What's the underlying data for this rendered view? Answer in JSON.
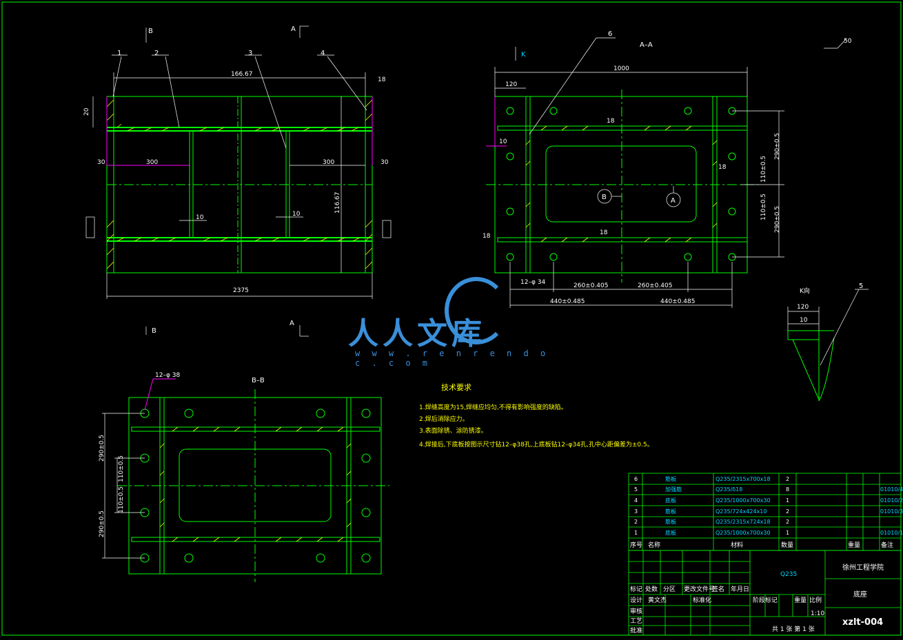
{
  "views": {
    "top_B": "B",
    "top_A": "A",
    "bottom_B": "B",
    "bottom_A": "A",
    "section_AA": "A–A",
    "section_BB": "B–B",
    "view_K": "K",
    "view_K_label": "K向"
  },
  "part_numbers": [
    "1",
    "2",
    "3",
    "4",
    "5",
    "6"
  ],
  "dims_front": {
    "top_width": "166.67",
    "height20": "20",
    "d30l": "30",
    "d300l": "300",
    "d300r": "300",
    "d30r": "30",
    "d10a": "10",
    "d10b": "10",
    "height": "116.67",
    "bottom": "2375",
    "d18": "18"
  },
  "dims_aa": {
    "width": "1000",
    "d120": "120",
    "d10": "10",
    "d18a": "18",
    "d18b": "18",
    "d18c": "18",
    "d18d": "18",
    "r1": "290±0.5",
    "r2": "110±0.5",
    "r3": "110±0.5",
    "r4": "290±0.5",
    "b1": "260±0.405",
    "b2": "260±0.405",
    "b3": "440±0.485",
    "b4": "440±0.485",
    "holes": "12–φ 34",
    "circleB": "B",
    "circleA": "A"
  },
  "dims_bb": {
    "holes": "12–φ 38",
    "l1": "290±0.5",
    "l2": "110±0.5",
    "l3": "110±0.5",
    "l4": "290±0.5"
  },
  "dims_k": {
    "d120": "120",
    "d10": "10"
  },
  "roughness": "50",
  "tech": {
    "title": "技术要求",
    "items": [
      "1.焊缝高度为15,焊缝应均匀,不得有影响强度的缺陷。",
      "2.焊后消除应力。",
      "3.表面除锈、涂防锈漆。",
      "4.焊接后,下底板按图示尺寸钻12–φ38孔,上底板钻12–φ34孔,孔中心距偏差为±0.5。"
    ]
  },
  "bom": [
    {
      "no": "6",
      "name": "筋板",
      "mat": "Q235/2315x700x18",
      "qty": "2",
      "code": ""
    },
    {
      "no": "5",
      "name": "加强筋",
      "mat": "Q235/δ18",
      "qty": "8",
      "code": "01010/4"
    },
    {
      "no": "4",
      "name": "底板",
      "mat": "Q235/1000x700x30",
      "qty": "1",
      "code": "01010/2"
    },
    {
      "no": "3",
      "name": "筋板",
      "mat": "Q235/724x424x10",
      "qty": "2",
      "code": "01010/3"
    },
    {
      "no": "2",
      "name": "筋板",
      "mat": "Q235/2315x724x18",
      "qty": "2",
      "code": ""
    },
    {
      "no": "1",
      "name": "底板",
      "mat": "Q235/1000x700x30",
      "qty": "1",
      "code": "01010/1"
    }
  ],
  "bom_header": {
    "no": "序号",
    "name": "名称",
    "mat": "材料",
    "qty": "数量",
    "weight": "重量",
    "note": "备注"
  },
  "title_block": {
    "material": "Q235",
    "school": "徐州工程学院",
    "part_name": "底座",
    "drawing_no": "xzlt-004",
    "scale": "1:10",
    "sheet": "共 1 张 第 1 张",
    "designer": "设计",
    "checker": "审核",
    "approve": "批准",
    "std": "标准化",
    "process": "工艺",
    "mark": "标记",
    "count": "处数",
    "zone": "分区",
    "doc": "更改文件号",
    "sign": "签名",
    "date": "年月日",
    "stage": "阶段标记",
    "weight": "重量",
    "ratio": "比例",
    "author": "黄文杰"
  },
  "watermark": {
    "brand": "人人文库",
    "url": "w w w . r e n r e n d o c . c o m"
  },
  "colors": {
    "line": "#00ff00",
    "dim": "#ffffff",
    "hatch": "#ffff00",
    "lead": "#ff00ff",
    "accent": "#00d8ff",
    "brand": "#3a8fd9"
  }
}
